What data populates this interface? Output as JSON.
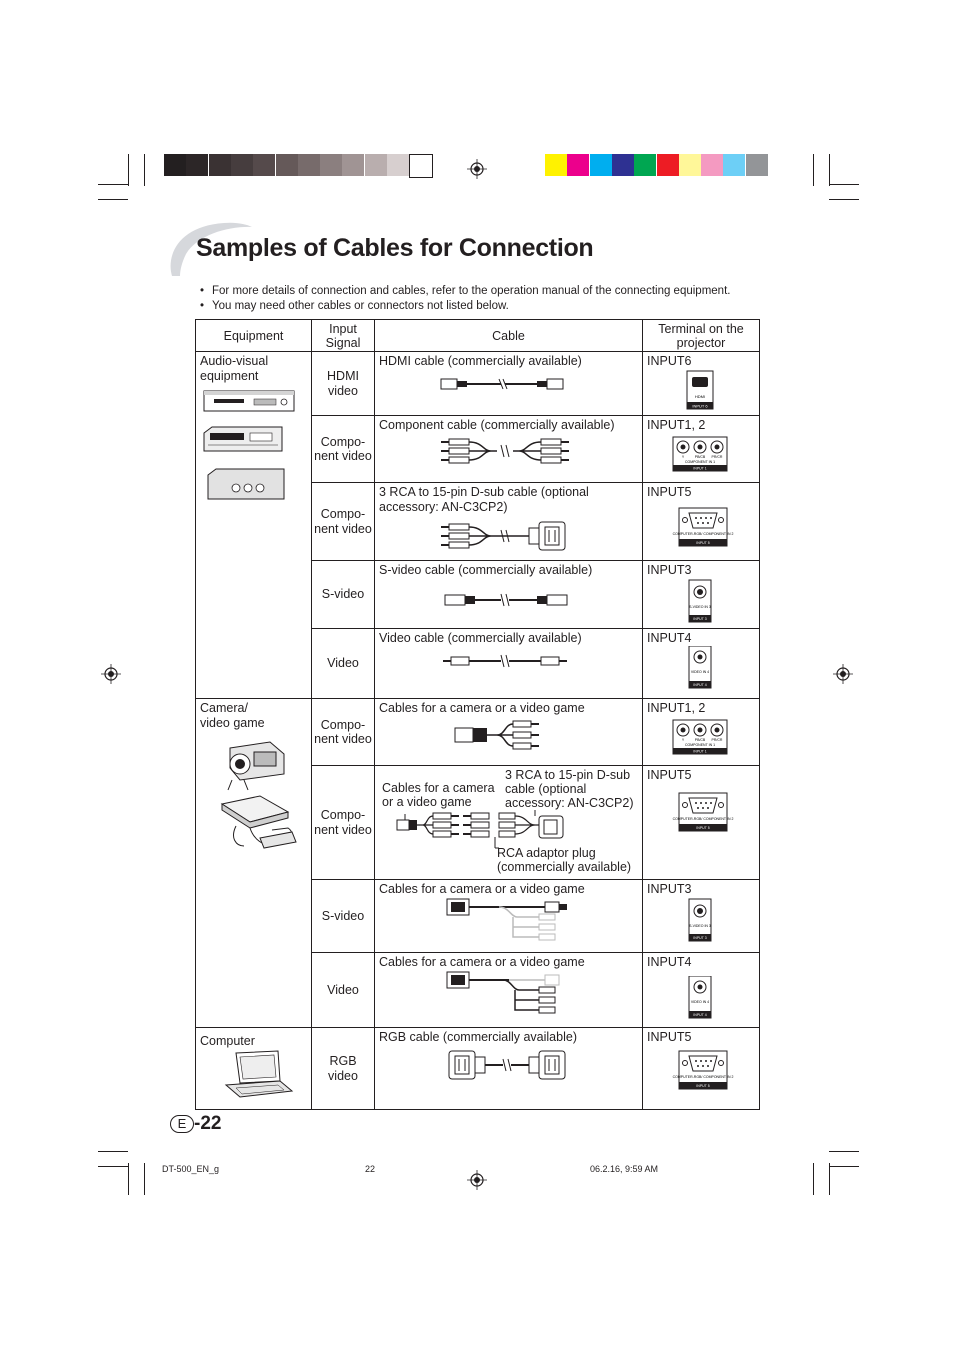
{
  "page": {
    "title": "Samples of Cables for Connection",
    "bullets": [
      "For more details of connection and cables, refer to the operation manual of the connecting equipment.",
      "You may need other cables or connectors not listed below."
    ],
    "page_letter": "E",
    "page_number": "-22"
  },
  "table": {
    "headers": {
      "equipment": "Equipment",
      "signal": "Input Signal",
      "cable": "Cable",
      "terminal": "Terminal on the projector"
    },
    "groups": {
      "av": "Audio-visual equipment",
      "camera": "Camera/ video game",
      "computer": "Computer"
    },
    "rows": [
      {
        "signal": "HDMI video",
        "cable": "HDMI cable (commercially available)",
        "terminal": "INPUT6"
      },
      {
        "signal": "Compo- nent video",
        "cable": "Component cable (commercially available)",
        "terminal": "INPUT1, 2"
      },
      {
        "signal": "Compo- nent video",
        "cable": "3 RCA to 15-pin D-sub cable (optional accessory: AN-C3CP2)",
        "terminal": "INPUT5"
      },
      {
        "signal": "S-video",
        "cable": "S-video cable (commercially available)",
        "terminal": "INPUT3"
      },
      {
        "signal": "Video",
        "cable": "Video cable (commercially available)",
        "terminal": "INPUT4"
      },
      {
        "signal": "Compo- nent video",
        "cable": "Cables for a camera or a video game",
        "terminal": "INPUT1, 2"
      },
      {
        "signal": "Compo- nent video",
        "cable_left": "Cables for a camera or a video game",
        "cable_right": "3 RCA to 15-pin D-sub cable (optional accessory: AN-C3CP2)",
        "cable_adaptor": "RCA adaptor plug (commercially available)",
        "terminal": "INPUT5"
      },
      {
        "signal": "S-video",
        "cable": "Cables for a camera or a video game",
        "terminal": "INPUT3"
      },
      {
        "signal": "Video",
        "cable": "Cables for a camera or a video game",
        "terminal": "INPUT4"
      },
      {
        "signal": "RGB video",
        "cable": "RGB cable (commercially available)",
        "terminal": "INPUT5"
      }
    ]
  },
  "terminal_labels": {
    "hdmi": "HDMI",
    "input6": "INPUT 6",
    "comp_y": "Y",
    "comp_pb": "PB/CB",
    "comp_pr": "PR/CR",
    "component_in": "COMPONENT IN 1",
    "input1": "INPUT 1",
    "computer_rgb": "COMPUTER-RGB/ COMPONENT IN 2",
    "input5": "INPUT 5",
    "svideo": "S-VIDEO IN 3",
    "input3": "INPUT 3",
    "video": "VIDEO IN 4",
    "input4": "INPUT 4"
  },
  "footer": {
    "file": "DT-500_EN_g",
    "page": "22",
    "date": "06.2.16, 9:59 AM"
  },
  "colors": {
    "gray_swatches": [
      "#231f20",
      "#2c2627",
      "#3a3233",
      "#463d3e",
      "#554a4b",
      "#655959",
      "#776b6b",
      "#8b7f7f",
      "#a09494",
      "#b9aeae",
      "#d7cfcf",
      "#ffffff"
    ],
    "color_swatches": [
      "#fff200",
      "#ec008c",
      "#00aeef",
      "#2e3192",
      "#00a651",
      "#ed1c24",
      "#fff799",
      "#f49ac1",
      "#6dcff6",
      "#939598"
    ],
    "ink": "#231f20"
  }
}
